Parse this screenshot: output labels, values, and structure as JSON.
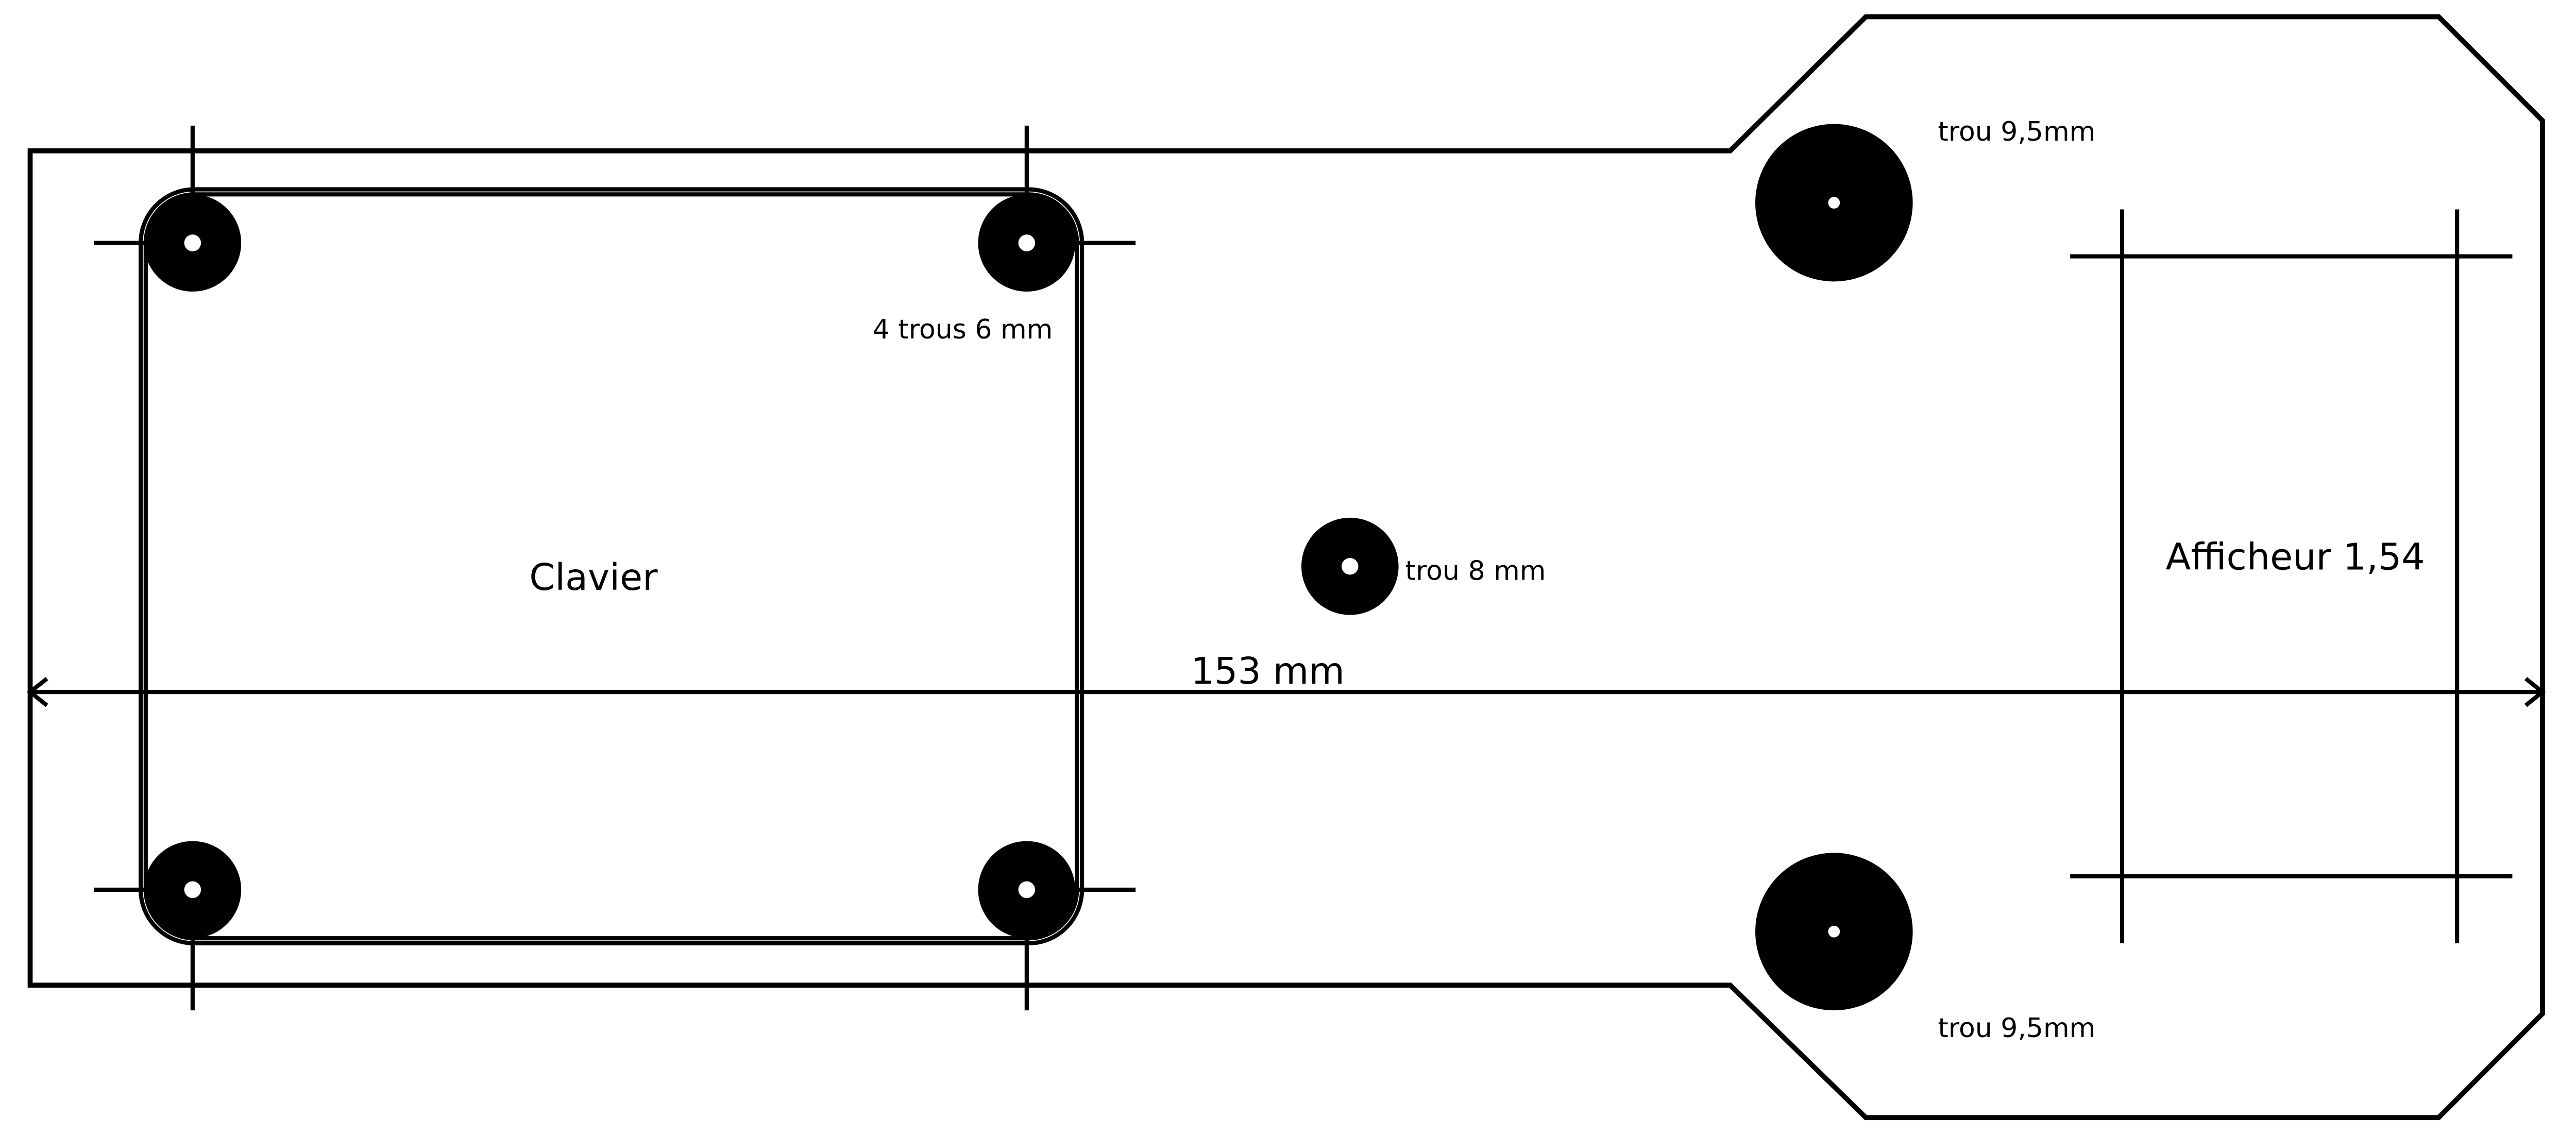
{
  "labels": {
    "keyboard": "Clavier",
    "keyboard_holes": "4 trous 6 mm",
    "center_hole": "trou 8 mm",
    "top_hole": "trou 9,5mm",
    "bottom_hole": "trou 9,5mm",
    "display": "Afficheur 1,54",
    "width_dimension": "153 mm"
  },
  "colors": {
    "stroke": "#000000",
    "fill": "#000000",
    "background": "#ffffff"
  }
}
